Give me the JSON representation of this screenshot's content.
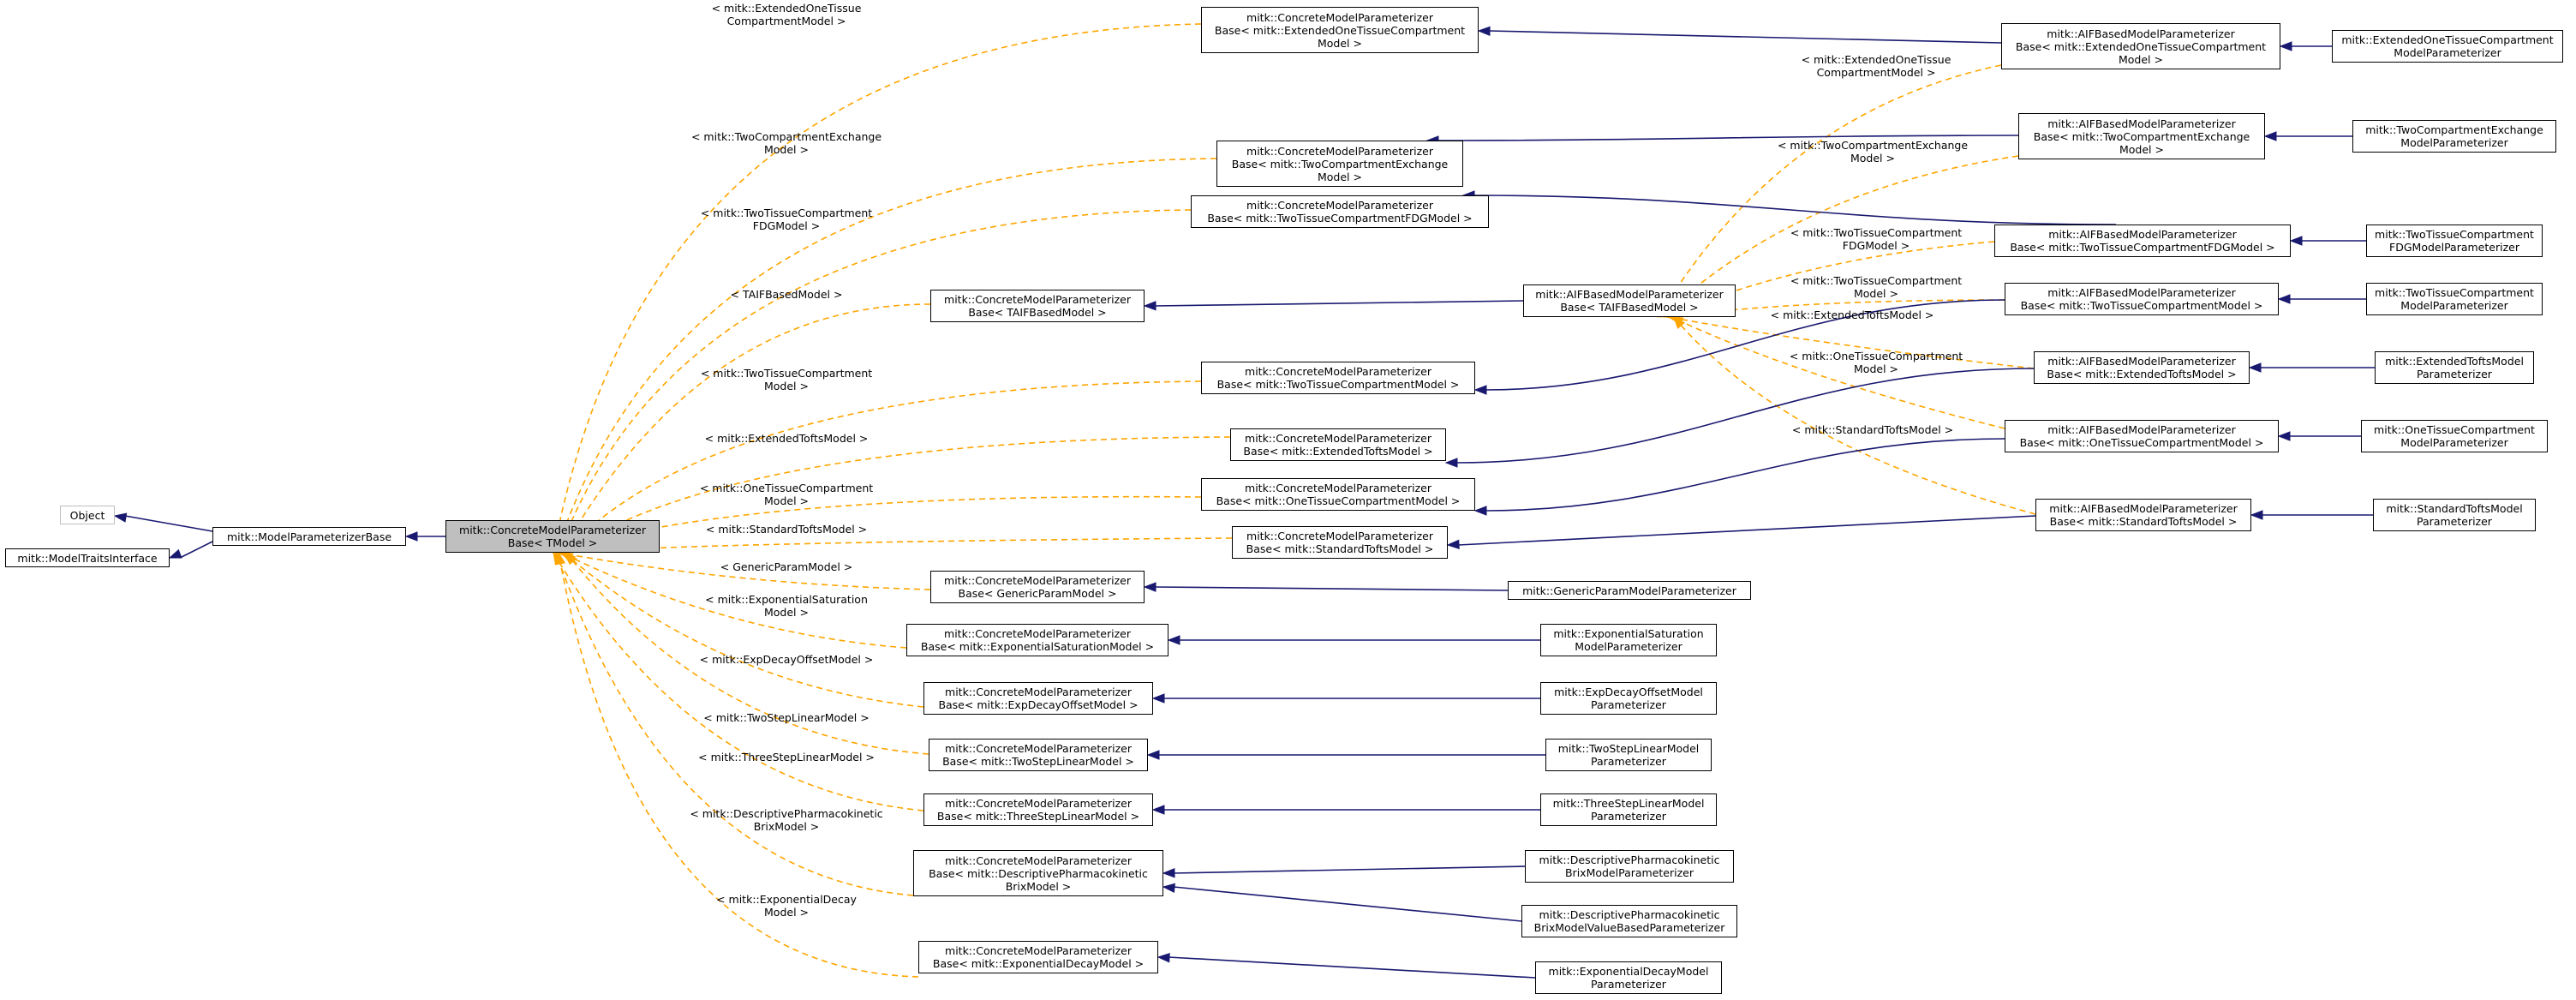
{
  "colors": {
    "inheritance": "#191970",
    "template_instance": "#ffa500",
    "node_border": "#000000",
    "node_fill": "#ffffff",
    "focus_fill": "#bfbfbf",
    "muted_border": "#bfbfbf"
  },
  "nodes": {
    "object": {
      "lines": [
        "Object"
      ]
    },
    "model_traits_interface": {
      "lines": [
        "mitk::ModelTraitsInterface"
      ]
    },
    "model_parameterizer_base": {
      "lines": [
        "mitk::ModelParameterizerBase"
      ]
    },
    "concrete_base_tmodel": {
      "lines": [
        "mitk::ConcreteModelParameterizer",
        "Base< TModel >"
      ]
    },
    "concrete_extended_one_tissue": {
      "lines": [
        "mitk::ConcreteModelParameterizer",
        "Base< mitk::ExtendedOneTissueCompartment",
        "Model >"
      ]
    },
    "concrete_two_compartment_exchange": {
      "lines": [
        "mitk::ConcreteModelParameterizer",
        "Base< mitk::TwoCompartmentExchange",
        "Model >"
      ]
    },
    "concrete_two_tissue_fdg": {
      "lines": [
        "mitk::ConcreteModelParameterizer",
        "Base< mitk::TwoTissueCompartmentFDGModel >"
      ]
    },
    "concrete_taif_based": {
      "lines": [
        "mitk::ConcreteModelParameterizer",
        "Base< TAIFBasedModel >"
      ]
    },
    "concrete_two_tissue": {
      "lines": [
        "mitk::ConcreteModelParameterizer",
        "Base< mitk::TwoTissueCompartmentModel >"
      ]
    },
    "concrete_extended_tofts": {
      "lines": [
        "mitk::ConcreteModelParameterizer",
        "Base< mitk::ExtendedToftsModel >"
      ]
    },
    "concrete_one_tissue": {
      "lines": [
        "mitk::ConcreteModelParameterizer",
        "Base< mitk::OneTissueCompartmentModel >"
      ]
    },
    "concrete_standard_tofts": {
      "lines": [
        "mitk::ConcreteModelParameterizer",
        "Base< mitk::StandardToftsModel >"
      ]
    },
    "concrete_generic_param": {
      "lines": [
        "mitk::ConcreteModelParameterizer",
        "Base< GenericParamModel >"
      ]
    },
    "concrete_exponential_saturation": {
      "lines": [
        "mitk::ConcreteModelParameterizer",
        "Base< mitk::ExponentialSaturationModel >"
      ]
    },
    "concrete_exp_decay_offset": {
      "lines": [
        "mitk::ConcreteModelParameterizer",
        "Base< mitk::ExpDecayOffsetModel >"
      ]
    },
    "concrete_two_step_linear": {
      "lines": [
        "mitk::ConcreteModelParameterizer",
        "Base< mitk::TwoStepLinearModel >"
      ]
    },
    "concrete_three_step_linear": {
      "lines": [
        "mitk::ConcreteModelParameterizer",
        "Base< mitk::ThreeStepLinearModel >"
      ]
    },
    "concrete_descriptive_brix": {
      "lines": [
        "mitk::ConcreteModelParameterizer",
        "Base< mitk::DescriptivePharmacokinetic",
        "BrixModel >"
      ]
    },
    "concrete_exponential_decay": {
      "lines": [
        "mitk::ConcreteModelParameterizer",
        "Base< mitk::ExponentialDecayModel >"
      ]
    },
    "aif_taif_based": {
      "lines": [
        "mitk::AIFBasedModelParameterizer",
        "Base< TAIFBasedModel >"
      ]
    },
    "aif_extended_one_tissue": {
      "lines": [
        "mitk::AIFBasedModelParameterizer",
        "Base< mitk::ExtendedOneTissueCompartment",
        "Model >"
      ]
    },
    "aif_two_compartment_exchange": {
      "lines": [
        "mitk::AIFBasedModelParameterizer",
        "Base< mitk::TwoCompartmentExchange",
        "Model >"
      ]
    },
    "aif_two_tissue_fdg": {
      "lines": [
        "mitk::AIFBasedModelParameterizer",
        "Base< mitk::TwoTissueCompartmentFDGModel >"
      ]
    },
    "aif_two_tissue": {
      "lines": [
        "mitk::AIFBasedModelParameterizer",
        "Base< mitk::TwoTissueCompartmentModel >"
      ]
    },
    "aif_extended_tofts": {
      "lines": [
        "mitk::AIFBasedModelParameterizer",
        "Base< mitk::ExtendedToftsModel >"
      ]
    },
    "aif_one_tissue": {
      "lines": [
        "mitk::AIFBasedModelParameterizer",
        "Base< mitk::OneTissueCompartmentModel >"
      ]
    },
    "aif_standard_tofts": {
      "lines": [
        "mitk::AIFBasedModelParameterizer",
        "Base< mitk::StandardToftsModel >"
      ]
    },
    "leaf_extended_one_tissue": {
      "lines": [
        "mitk::ExtendedOneTissueCompartment",
        "ModelParameterizer"
      ]
    },
    "leaf_two_compartment_exchange": {
      "lines": [
        "mitk::TwoCompartmentExchange",
        "ModelParameterizer"
      ]
    },
    "leaf_two_tissue_fdg": {
      "lines": [
        "mitk::TwoTissueCompartment",
        "FDGModelParameterizer"
      ]
    },
    "leaf_two_tissue": {
      "lines": [
        "mitk::TwoTissueCompartment",
        "ModelParameterizer"
      ]
    },
    "leaf_extended_tofts": {
      "lines": [
        "mitk::ExtendedToftsModel",
        "Parameterizer"
      ]
    },
    "leaf_one_tissue": {
      "lines": [
        "mitk::OneTissueCompartment",
        "ModelParameterizer"
      ]
    },
    "leaf_standard_tofts": {
      "lines": [
        "mitk::StandardToftsModel",
        "Parameterizer"
      ]
    },
    "leaf_generic_param": {
      "lines": [
        "mitk::GenericParamModelParameterizer"
      ]
    },
    "leaf_exponential_saturation": {
      "lines": [
        "mitk::ExponentialSaturation",
        "ModelParameterizer"
      ]
    },
    "leaf_exp_decay_offset": {
      "lines": [
        "mitk::ExpDecayOffsetModel",
        "Parameterizer"
      ]
    },
    "leaf_two_step_linear": {
      "lines": [
        "mitk::TwoStepLinearModel",
        "Parameterizer"
      ]
    },
    "leaf_three_step_linear": {
      "lines": [
        "mitk::ThreeStepLinearModel",
        "Parameterizer"
      ]
    },
    "leaf_descriptive_brix": {
      "lines": [
        "mitk::DescriptivePharmacokinetic",
        "BrixModelParameterizer"
      ]
    },
    "leaf_descriptive_brix_value": {
      "lines": [
        "mitk::DescriptivePharmacokinetic",
        "BrixModelValueBasedParameterizer"
      ]
    },
    "leaf_exponential_decay": {
      "lines": [
        "mitk::ExponentialDecayModel",
        "Parameterizer"
      ]
    }
  },
  "edge_labels": {
    "c_extended_one_tissue": {
      "lines": [
        "< mitk::ExtendedOneTissue",
        "CompartmentModel >"
      ]
    },
    "c_two_compartment_exchange": {
      "lines": [
        "< mitk::TwoCompartmentExchange",
        "Model >"
      ]
    },
    "c_two_tissue_fdg": {
      "lines": [
        "< mitk::TwoTissueCompartment",
        "FDGModel >"
      ]
    },
    "c_taif_based": {
      "lines": [
        "< TAIFBasedModel >"
      ]
    },
    "c_two_tissue": {
      "lines": [
        "< mitk::TwoTissueCompartment",
        "Model >"
      ]
    },
    "c_extended_tofts": {
      "lines": [
        "< mitk::ExtendedToftsModel >"
      ]
    },
    "c_one_tissue": {
      "lines": [
        "< mitk::OneTissueCompartment",
        "Model >"
      ]
    },
    "c_standard_tofts": {
      "lines": [
        "< mitk::StandardToftsModel >"
      ]
    },
    "c_generic_param": {
      "lines": [
        "< GenericParamModel >"
      ]
    },
    "c_exponential_saturation": {
      "lines": [
        "< mitk::ExponentialSaturation",
        "Model >"
      ]
    },
    "c_exp_decay_offset": {
      "lines": [
        "< mitk::ExpDecayOffsetModel >"
      ]
    },
    "c_two_step_linear": {
      "lines": [
        "< mitk::TwoStepLinearModel >"
      ]
    },
    "c_three_step_linear": {
      "lines": [
        "< mitk::ThreeStepLinearModel >"
      ]
    },
    "c_descriptive_brix": {
      "lines": [
        "< mitk::DescriptivePharmacokinetic",
        "BrixModel >"
      ]
    },
    "c_exponential_decay": {
      "lines": [
        "< mitk::ExponentialDecay",
        "Model >"
      ]
    },
    "a_extended_one_tissue": {
      "lines": [
        "< mitk::ExtendedOneTissue",
        "CompartmentModel >"
      ]
    },
    "a_two_compartment_exchange": {
      "lines": [
        "< mitk::TwoCompartmentExchange",
        "Model >"
      ]
    },
    "a_two_tissue_fdg": {
      "lines": [
        "< mitk::TwoTissueCompartment",
        "FDGModel >"
      ]
    },
    "a_two_tissue": {
      "lines": [
        "< mitk::TwoTissueCompartment",
        "Model >"
      ]
    },
    "a_extended_tofts": {
      "lines": [
        "< mitk::ExtendedToftsModel >"
      ]
    },
    "a_one_tissue": {
      "lines": [
        "< mitk::OneTissueCompartment",
        "Model >"
      ]
    },
    "a_standard_tofts": {
      "lines": [
        "< mitk::StandardToftsModel >"
      ]
    }
  }
}
